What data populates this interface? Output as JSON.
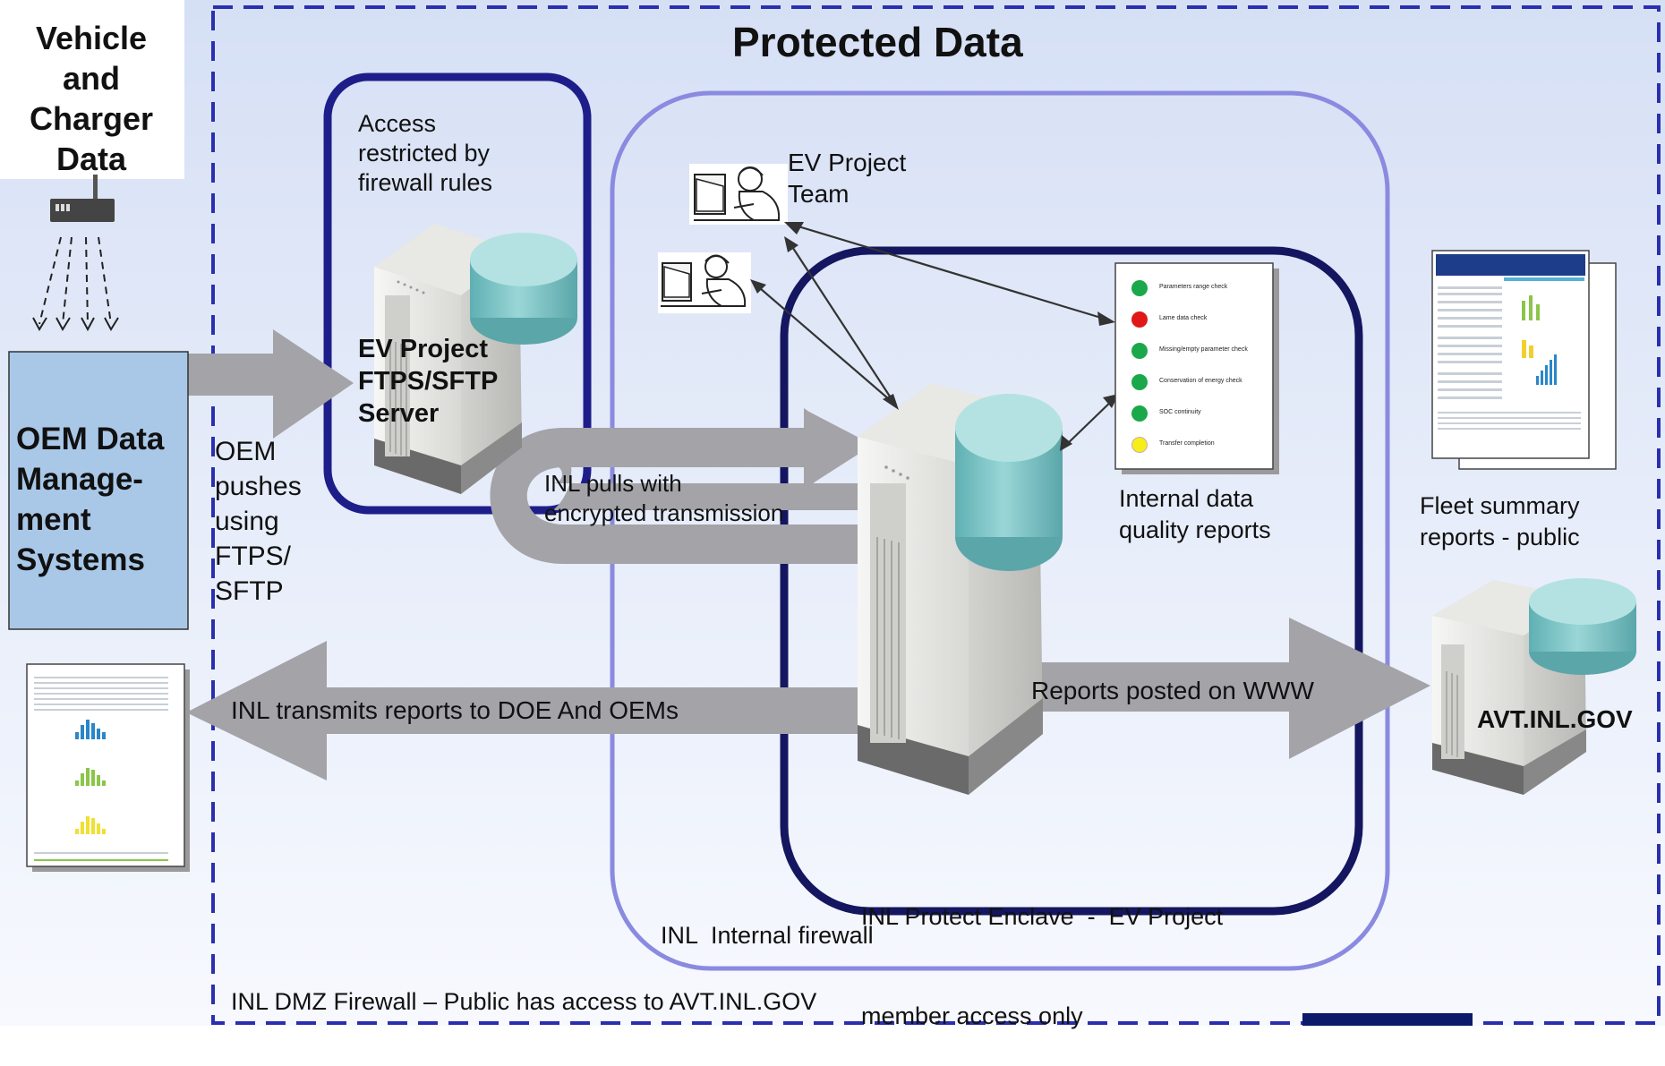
{
  "title": "Protected Data",
  "source_label_lines": [
    "Vehicle",
    "and",
    "Charger",
    "Data"
  ],
  "oem_box_lines": [
    "OEM Data",
    "Manage-",
    "ment",
    "Systems"
  ],
  "oem_pushes_lines": [
    "OEM",
    "pushes",
    "using",
    "FTPS/",
    "SFTP"
  ],
  "access_note_lines": [
    "Access",
    "restricted by",
    "firewall rules"
  ],
  "ftps_server_lines": [
    "EV Project",
    "FTPS/SFTP",
    "Server"
  ],
  "team_label_lines": [
    "EV Project",
    "Team"
  ],
  "inl_pulls_lines": [
    "INL pulls with",
    "encrypted transmission"
  ],
  "dq_report": {
    "caption_lines": [
      "Internal data",
      "quality reports"
    ],
    "checks": [
      {
        "label": "Parameters range check",
        "status": "green"
      },
      {
        "label": "Lame data check",
        "status": "red"
      },
      {
        "label": "Missing/empty parameter check",
        "status": "green"
      },
      {
        "label": "Conservation of energy check",
        "status": "green"
      },
      {
        "label": "SOC continuity",
        "status": "green"
      },
      {
        "label": "Transfer completion",
        "status": "yellow"
      }
    ]
  },
  "fleet_caption_lines": [
    "Fleet summary",
    "reports - public"
  ],
  "avt_label": "AVT.INL.GOV",
  "transmit_label": "INL transmits reports to DOE And OEMs",
  "www_label": "Reports posted on WWW",
  "enclave_label_lines": [
    "INL Protect Enclave  -  EV Project",
    "member access only"
  ],
  "internal_fw_label": "INL  Internal firewall",
  "dmz_label": "INL DMZ Firewall – Public has access to AVT.INL.GOV",
  "colors": {
    "dmz_border": "#2a2fb0",
    "enclave_border": "#141660",
    "internal_border": "#8a8ae0",
    "ftps_border": "#1e1e8a",
    "arrow_gray": "#a3a3a8",
    "oem_box": "#a9c8e8",
    "cylinder": "#8ccfcf",
    "green": "#1aa84a",
    "red": "#e01818",
    "yellow": "#f5ee1a"
  }
}
